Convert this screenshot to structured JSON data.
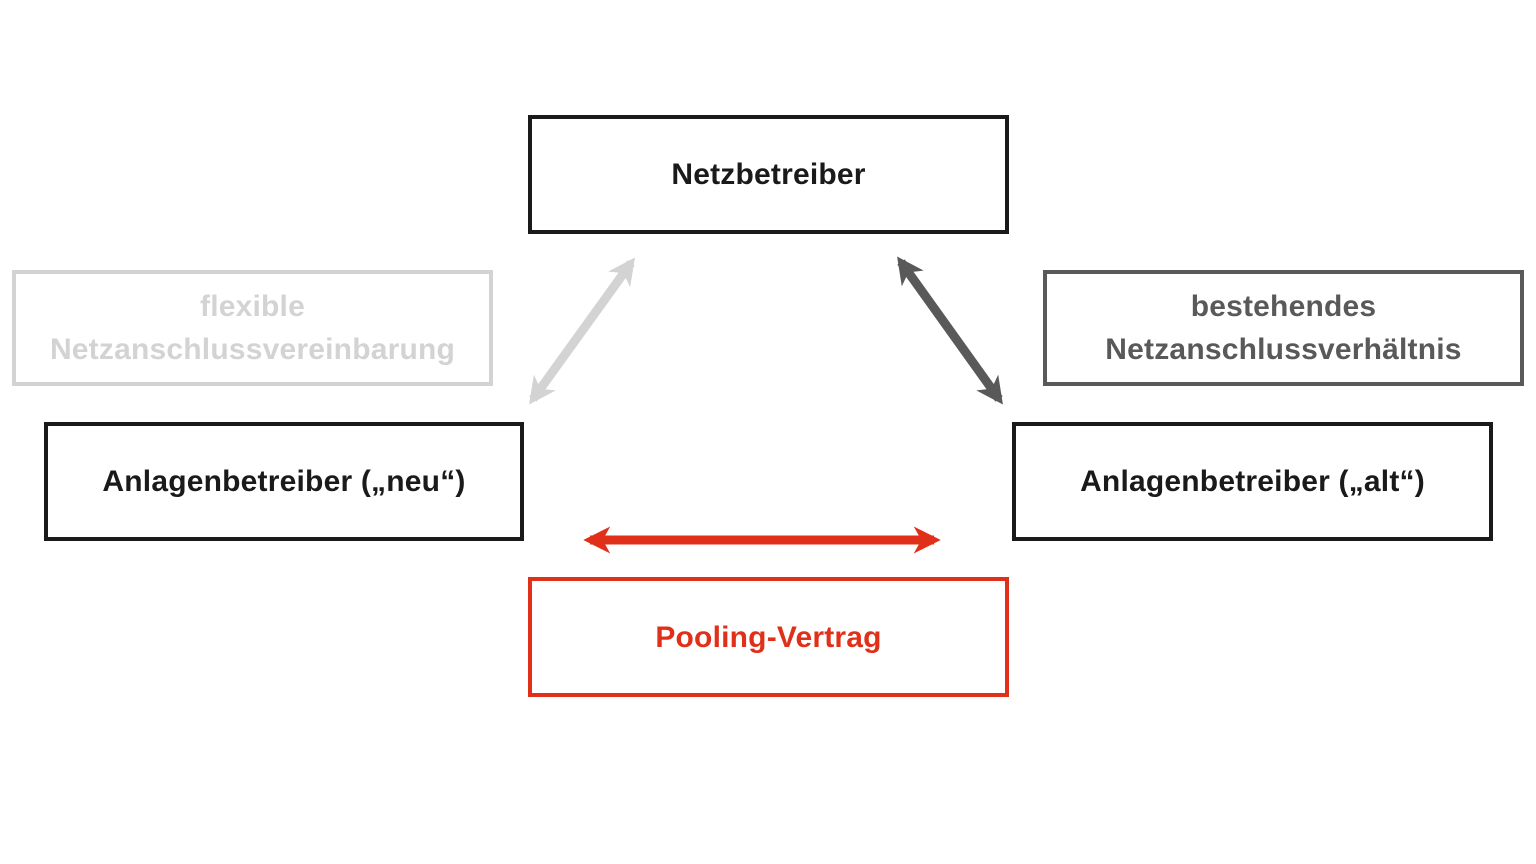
{
  "colors": {
    "black": "#1a1a1a",
    "light_gray": "#d3d3d3",
    "dark_gray": "#595959",
    "red": "#e1301a",
    "background": "#ffffff"
  },
  "diagram": {
    "nodes": {
      "netzbetreiber": {
        "label": "Netzbetreiber"
      },
      "flexible_netzanschlussvereinbarung": {
        "label": "flexible\nNetzanschlussvereinbarung"
      },
      "bestehendes_netzanschlussverhaeltnis": {
        "label": "bestehendes\nNetzanschlussverhältnis"
      },
      "anlagenbetreiber_neu": {
        "label": "Anlagenbetreiber („neu“)"
      },
      "anlagenbetreiber_alt": {
        "label": "Anlagenbetreiber („alt“)"
      },
      "pooling_vertrag": {
        "label": "Pooling-Vertrag"
      }
    },
    "arrows": [
      {
        "name": "netzbetreiber-anlagenbetreiber-neu",
        "color": "#d3d3d3",
        "direction": "bidirectional"
      },
      {
        "name": "netzbetreiber-anlagenbetreiber-alt",
        "color": "#595959",
        "direction": "bidirectional"
      },
      {
        "name": "anlagenbetreiber-neu-anlagenbetreiber-alt",
        "color": "#e1301a",
        "direction": "bidirectional"
      }
    ]
  }
}
